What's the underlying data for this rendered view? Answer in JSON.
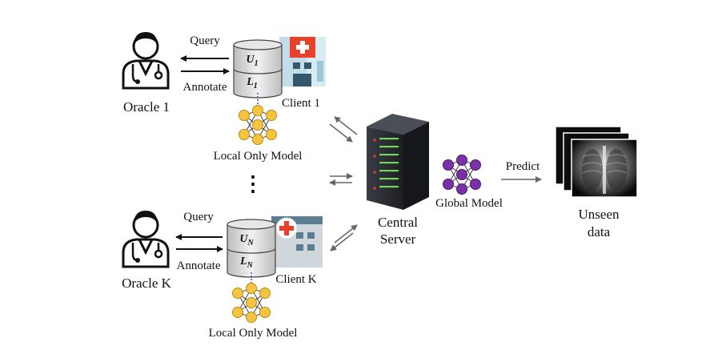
{
  "oracle_top": {
    "label": "Oracle 1",
    "query": "Query",
    "annotate": "Annotate"
  },
  "client_top": {
    "label": "Client 1",
    "db_upper": "U",
    "db_upper_sub": "1",
    "db_lower": "L",
    "db_lower_sub": "1",
    "model_label": "Local Only Model"
  },
  "ellipsis": "⋮",
  "oracle_bottom": {
    "label": "Oracle K",
    "query": "Query",
    "annotate": "Annotate"
  },
  "client_bottom": {
    "label": "Client K",
    "db_upper": "U",
    "db_upper_sub": "N",
    "db_lower": "L",
    "db_lower_sub": "N",
    "model_label": "Local Only Model"
  },
  "server": {
    "line1": "Central",
    "line2": "Server"
  },
  "global_model": {
    "label": "Global Model"
  },
  "predict_label": "Predict",
  "unseen": {
    "line1": "Unseen",
    "line2": "data"
  },
  "colors": {
    "node_local": "#f5c542",
    "node_global": "#7b2fa8",
    "hospital_cross": "#e8402a",
    "server_led": "#6fd65c"
  }
}
